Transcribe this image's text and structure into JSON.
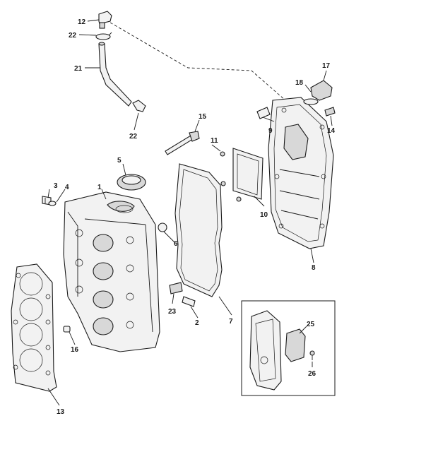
{
  "callouts": {
    "n1": "1",
    "n2": "2",
    "n3": "3",
    "n4": "4",
    "n5": "5",
    "n6": "6",
    "n7": "7",
    "n8": "8",
    "n9": "9",
    "n10": "10",
    "n11": "11",
    "n12": "12",
    "n13": "13",
    "n14": "14",
    "n15": "15",
    "n16": "16",
    "n17": "17",
    "n18": "18",
    "n21": "21",
    "n22a": "22",
    "n22b": "22",
    "n23": "23",
    "n25": "25",
    "n26": "26"
  }
}
